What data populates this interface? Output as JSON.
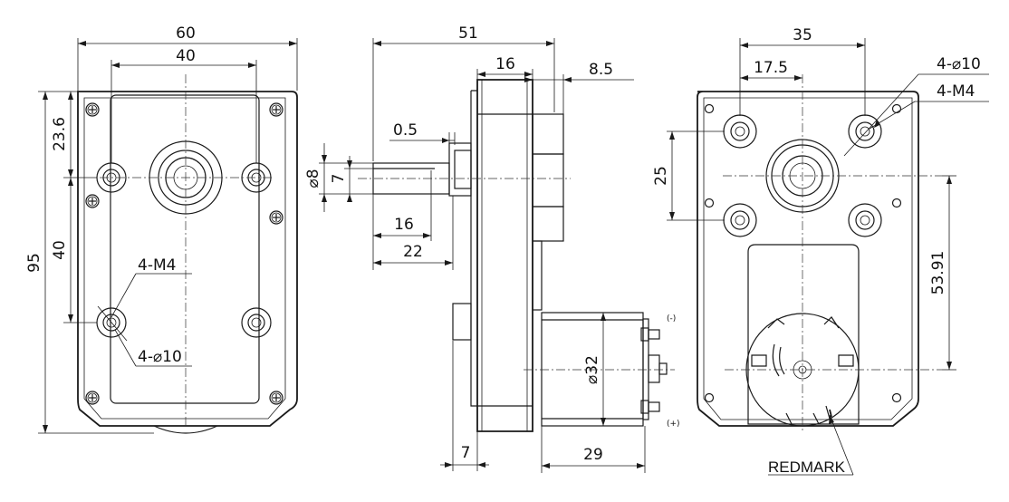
{
  "front_view": {
    "dims": {
      "overall_width": "60",
      "hole_spacing_horizontal": "40",
      "overall_height": "95",
      "top_to_hole_axis": "23.6",
      "hole_spacing_vertical": "40",
      "thread_callout": "4-M4",
      "hole_callout": "4-⌀10"
    }
  },
  "side_view": {
    "dims": {
      "total_length": "51",
      "gearbox_thickness": "16",
      "boss_offset": "8.5",
      "shaft_step": "0.5",
      "shaft_diameter": "⌀8",
      "shaft_flat": "7",
      "flat_length": "16",
      "shaft_length": "22",
      "flange_thickness": "7",
      "motor_length": "29",
      "motor_diameter": "⌀32",
      "terminal_negative": "(-)",
      "terminal_positive": "(+)"
    }
  },
  "back_view": {
    "dims": {
      "hole_spacing_horizontal": "35",
      "hole_to_shaft": "17.5",
      "hole_callout": "4-⌀10",
      "thread_callout": "4-M4",
      "hole_spacing_vertical": "25",
      "shaft_to_motor_axis": "53.91"
    },
    "red_mark_label": "REDMARK"
  }
}
